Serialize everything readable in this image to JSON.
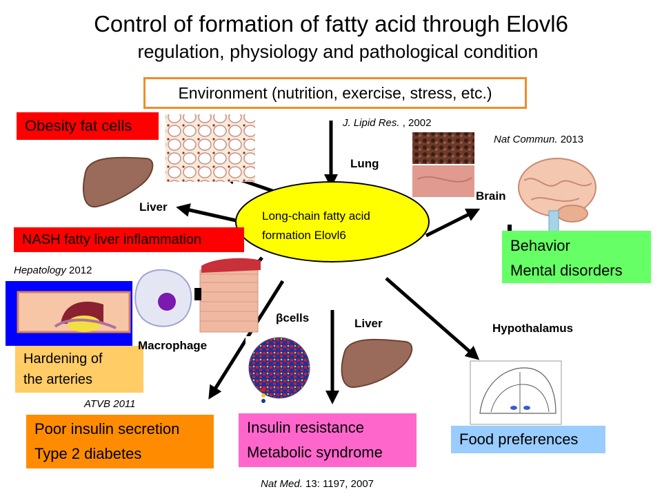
{
  "title": "Control of formation of fatty acid through Elovl6",
  "subtitle": "regulation, physiology and pathological condition",
  "environment": "Environment (nutrition, exercise, stress, etc.)",
  "center": {
    "line1": "Long-chain fatty acid",
    "line2": "formation Elovl6"
  },
  "boxes": {
    "obesity": "Obesity fat cells",
    "nash": "NASH fatty liver inflammation",
    "behavior_1": "Behavior",
    "behavior_2": "Mental disorders",
    "hardening_1": "Hardening of",
    "hardening_2": "the arteries",
    "insulin_secretion_1": "Poor insulin secretion",
    "insulin_secretion_2": "Type 2 diabetes",
    "insulin_resistance_1": "Insulin resistance",
    "insulin_resistance_2": "Metabolic syndrome",
    "food": "Food preferences"
  },
  "labels": {
    "lung": "Lung",
    "liver_top": "Liver",
    "brain": "Brain",
    "macrophage": "Macrophage",
    "beta_cells": "βcells",
    "liver_bottom": "Liver",
    "hypothalamus": "Hypothalamus"
  },
  "citations": {
    "jlr_journal": "J. Lipid Res.",
    "jlr_rest": " , 2002",
    "natcommun_journal": "Nat Commun.",
    "natcommun_rest": " 2013",
    "hepatology_journal": "Hepatology",
    "hepatology_rest": " 2012",
    "atvb": "ATVB 2011",
    "natmed_journal": "Nat Med.",
    "natmed_rest": " 13: 1197, 2007"
  },
  "colors": {
    "env_border": "#f08c28",
    "obesity_bg": "#ff0000",
    "behavior_bg": "#66ff66",
    "insulin_secretion_bg": "#ff8c00",
    "insulin_resistance_bg": "#ff66cc",
    "food_bg": "#99ccff",
    "hardening_bg": "#ffcc66",
    "center_fill": "#ffff00"
  }
}
